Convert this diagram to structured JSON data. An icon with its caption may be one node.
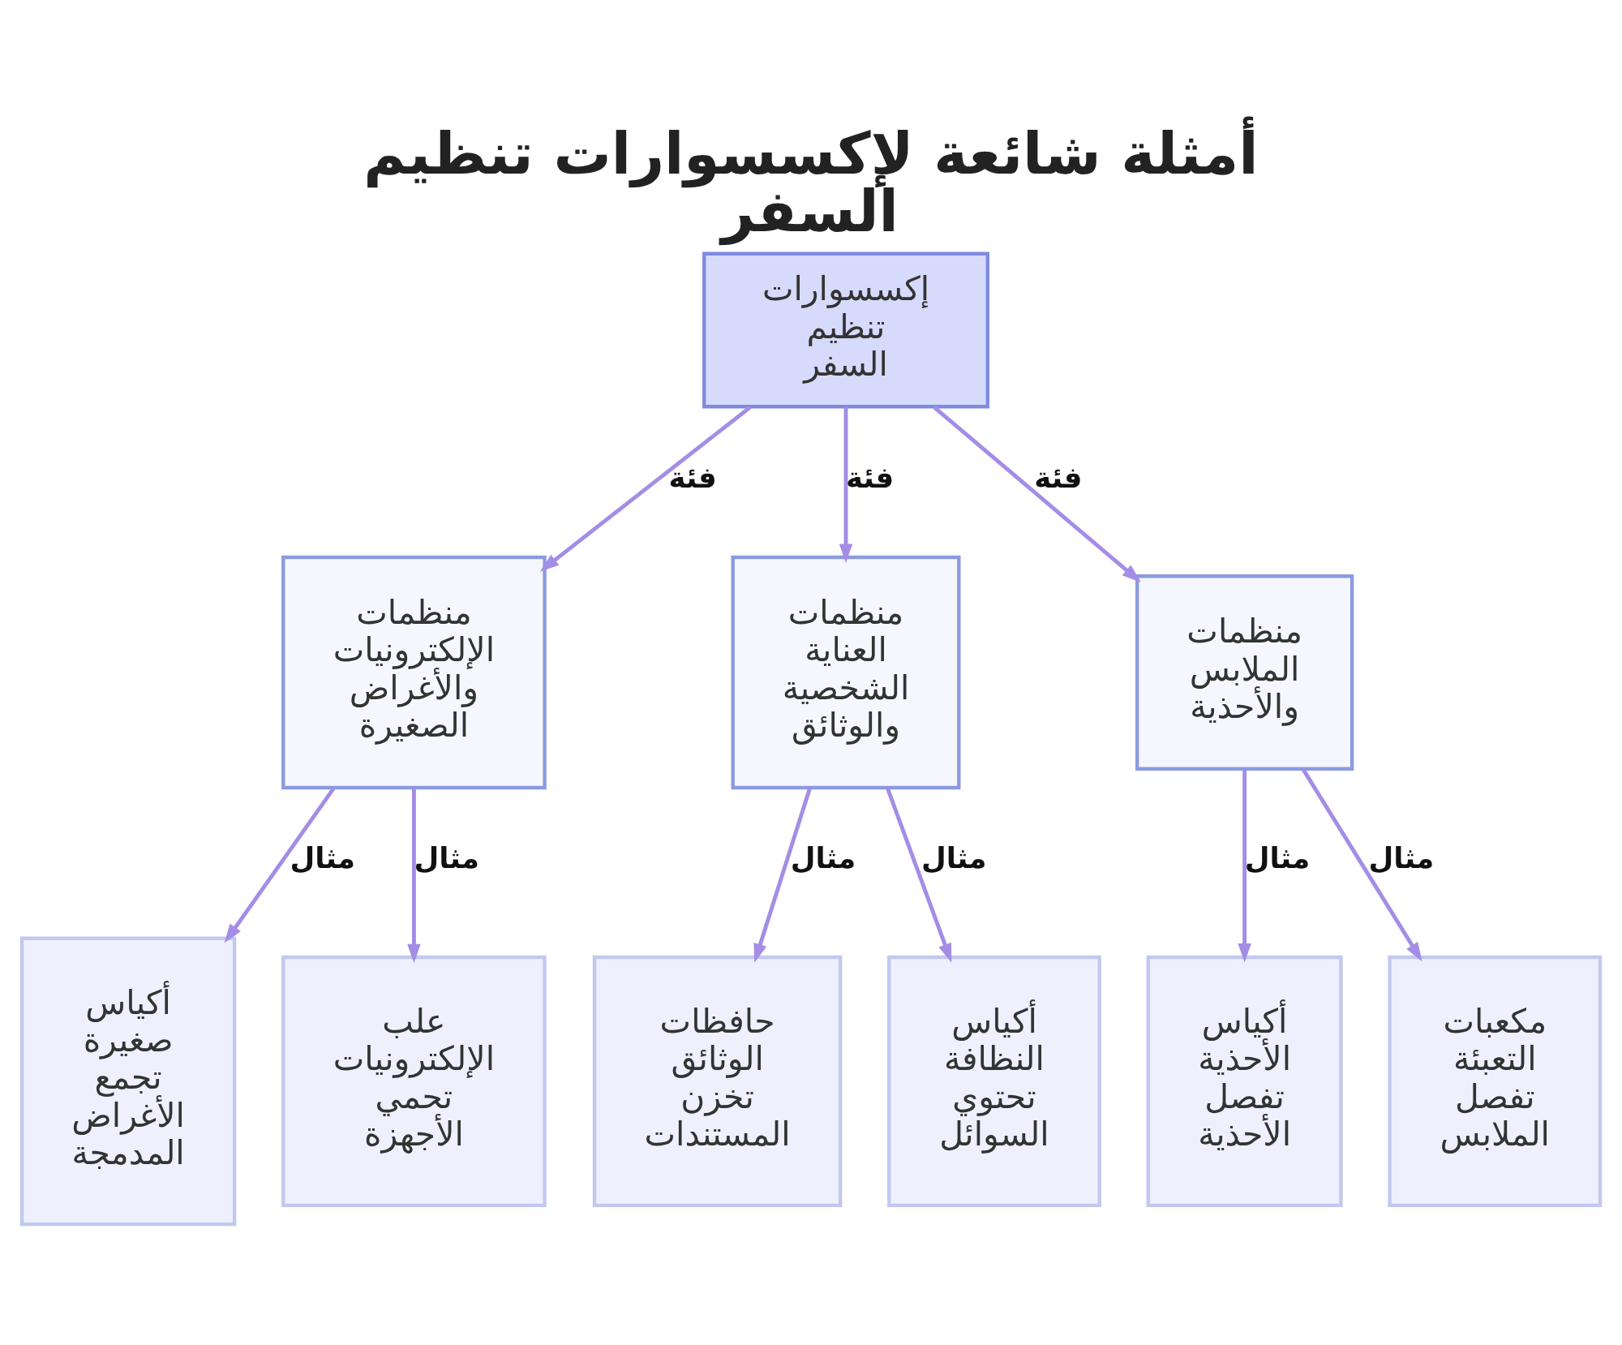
{
  "diagram": {
    "title": "أمثلة شائعة لإكسسوارات تنظيم السفر",
    "nodes": [
      {
        "text": [
          "إكسسوارات تنظيم السفر"
        ]
      },
      {
        "text": [
          "منظمات الملابس والأحذية"
        ]
      },
      {
        "text": [
          "منظمات العناية الشخصية والوثائق"
        ]
      },
      {
        "text": [
          "منظمات الإلكترونيات والأغراض الصغيرة"
        ]
      },
      {
        "text": [
          "مكعبات التعبئة تفصل الملابس"
        ]
      },
      {
        "text": [
          "أكياس الأحذية تفصل الأحذية"
        ]
      },
      {
        "text": [
          "أكياس النظافة تحتوي السوائل"
        ]
      },
      {
        "text": [
          "حافظات الوثائق تخزن المستندات"
        ]
      },
      {
        "text": [
          "علب الإلكترونيات تحمي الأجهزة"
        ]
      },
      {
        "text": [
          "أكياس صغيرة تجمع الأغراض المدمجة"
        ]
      }
    ],
    "edges": [
      {
        "from": 0,
        "to": 1,
        "arrow": "to",
        "label": "فئة"
      },
      {
        "from": 0,
        "to": 2,
        "arrow": "to",
        "label": "فئة"
      },
      {
        "from": 0,
        "to": 3,
        "arrow": "to",
        "label": "فئة"
      },
      {
        "from": 1,
        "to": 4,
        "arrow": "to",
        "label": "مثال"
      },
      {
        "from": 1,
        "to": 5,
        "arrow": "to",
        "label": "مثال"
      },
      {
        "from": 2,
        "to": 6,
        "arrow": "to",
        "label": "مثال"
      },
      {
        "from": 2,
        "to": 7,
        "arrow": "to",
        "label": "مثال"
      },
      {
        "from": 3,
        "to": 8,
        "arrow": "to",
        "label": "مثال"
      },
      {
        "from": 3,
        "to": 9,
        "arrow": "to",
        "label": "مثال"
      }
    ]
  }
}
